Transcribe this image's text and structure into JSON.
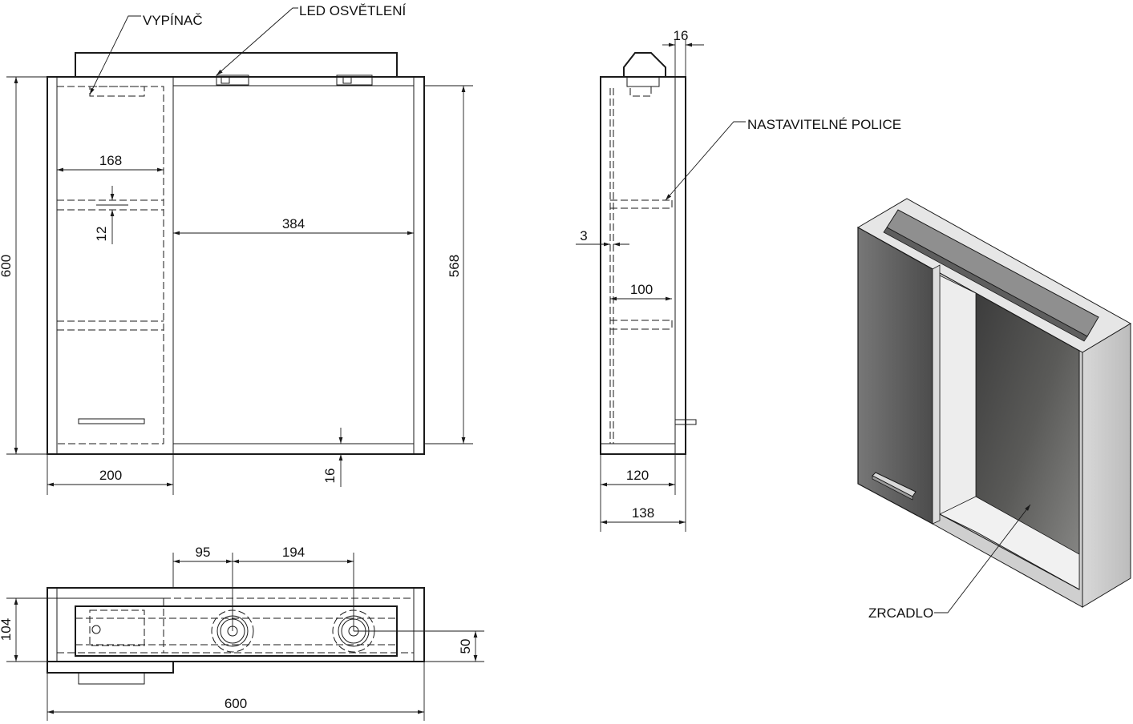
{
  "labels": {
    "switch": "VYPÍNAČ",
    "led": "LED OSVĚTLENÍ",
    "shelves": "NASTAVITELNÉ POLICE",
    "mirror": "ZRCADLO"
  },
  "dimensions": {
    "front_height": "600",
    "inner_width_shelf": "168",
    "shelf_thickness": "12",
    "mirror_width": "384",
    "inner_height": "568",
    "left_width": "200",
    "bottom_thickness": "16",
    "side_top_width": "16",
    "side_offset": "3",
    "shelf_depth": "100",
    "side_inner_depth": "120",
    "side_total_depth": "138",
    "top_offset_95": "95",
    "top_offset_194": "194",
    "top_depth": "104",
    "top_light_pos": "50",
    "top_width": "600"
  },
  "colors": {
    "line": "#1a1a1a",
    "cabinet_grey": "#6f6f6f",
    "mirror_dark": "#4a4a4a"
  }
}
